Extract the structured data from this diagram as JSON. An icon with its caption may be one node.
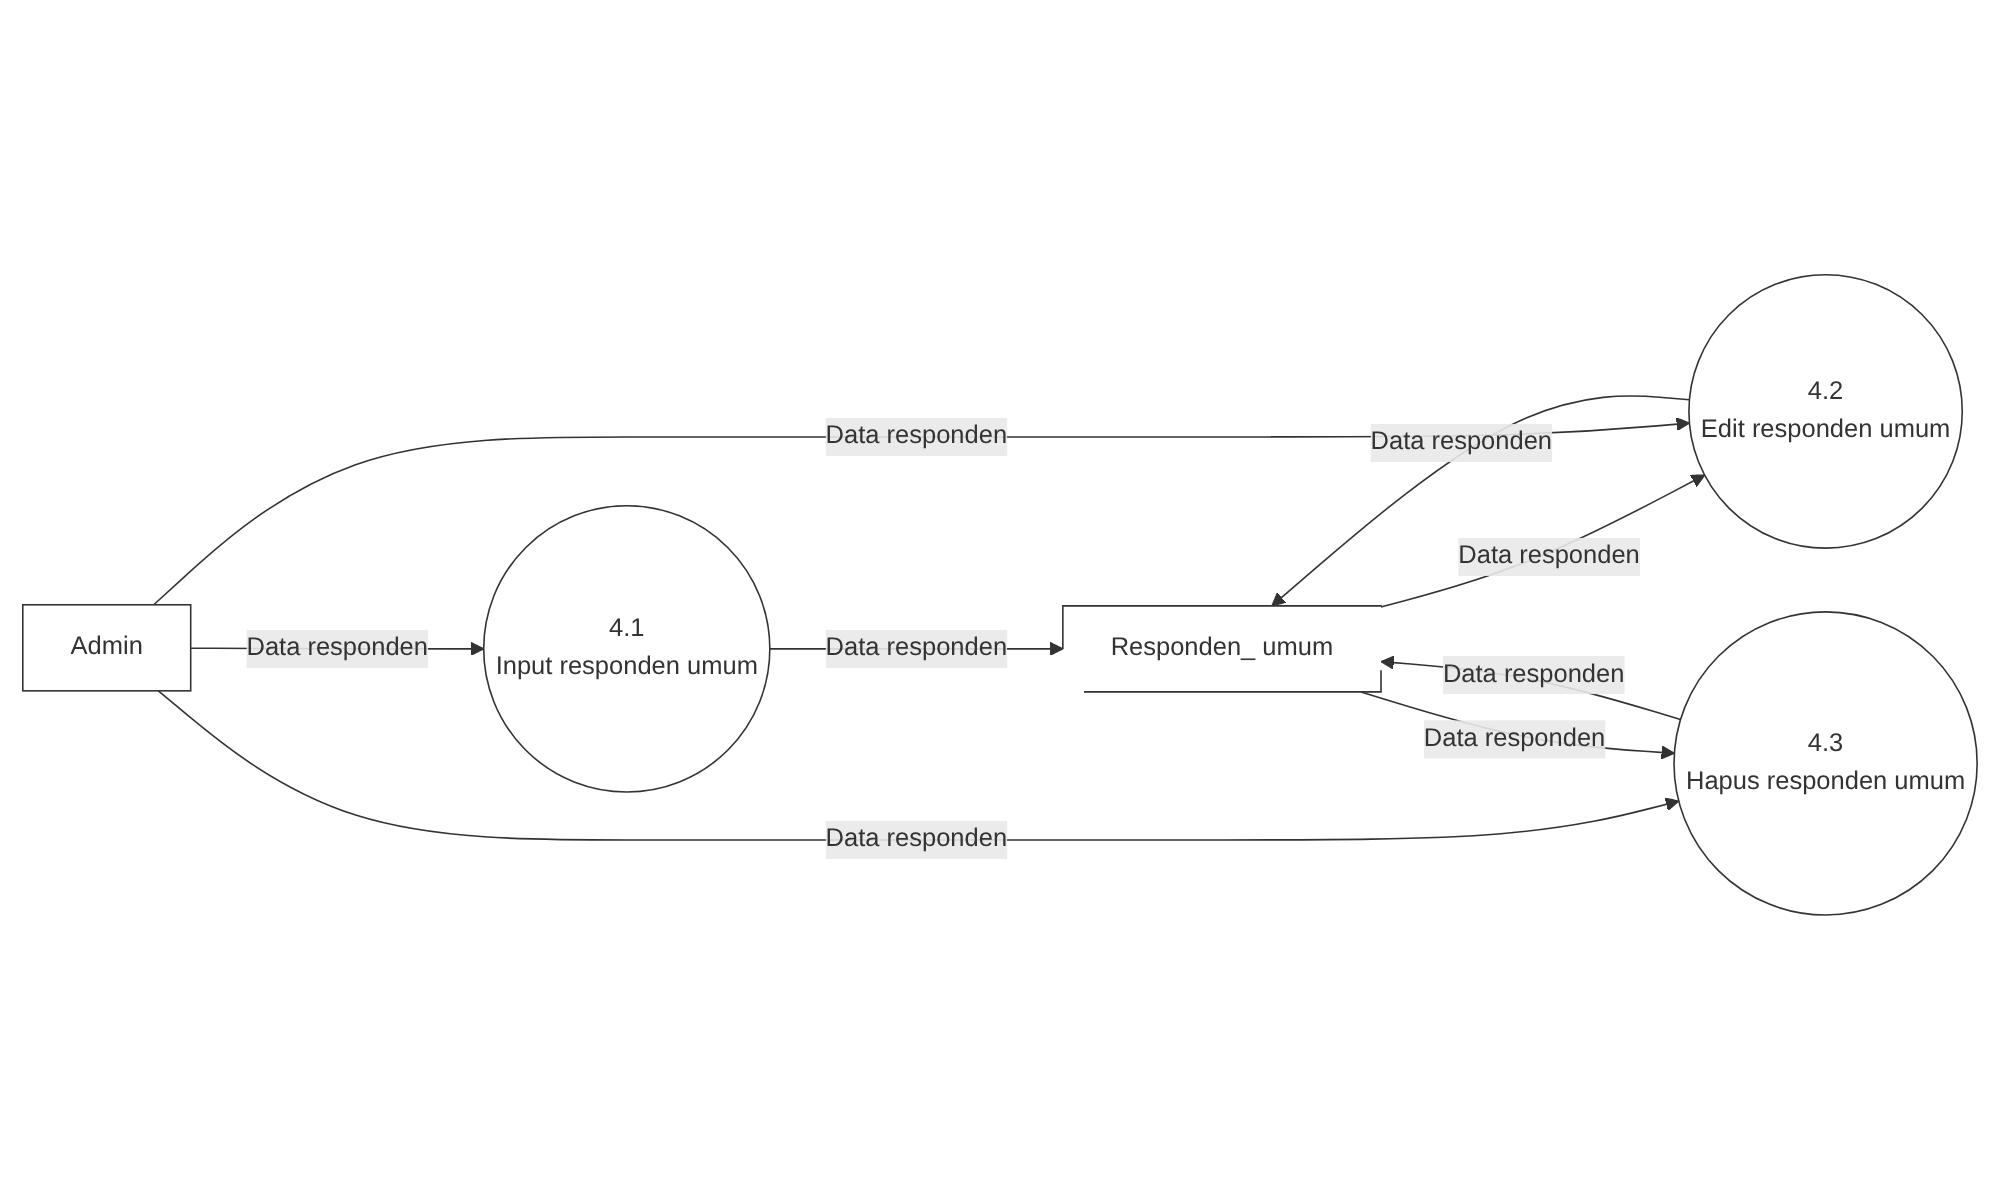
{
  "diagram": {
    "nodes": [
      {
        "text": [
          "Admin"
        ]
      },
      {
        "text": [
          "4.1",
          "Input responden umum"
        ]
      },
      {
        "text": [
          "Responden_ umum"
        ]
      },
      {
        "text": [
          "4.2",
          "Edit responden umum"
        ]
      },
      {
        "text": [
          "4.3",
          "Hapus responden umum"
        ]
      }
    ],
    "edges": [
      {
        "from": 0,
        "to": 1,
        "arrow": "to",
        "label": "Data responden"
      },
      {
        "from": 1,
        "to": 2,
        "arrow": "to",
        "label": "Data responden"
      },
      {
        "from": 2,
        "to": 3,
        "arrow": "to",
        "label": "Data responden"
      },
      {
        "from": 0,
        "to": 3,
        "arrow": "to",
        "label": "Data responden"
      },
      {
        "from": 3,
        "to": 2,
        "arrow": "to",
        "label": "Data responden"
      },
      {
        "from": 0,
        "to": 4,
        "arrow": "to",
        "label": "Data responden"
      },
      {
        "from": 4,
        "to": 2,
        "arrow": "to",
        "label": "Data responden"
      },
      {
        "from": 2,
        "to": 4,
        "arrow": "to",
        "label": "Data responden"
      }
    ]
  }
}
